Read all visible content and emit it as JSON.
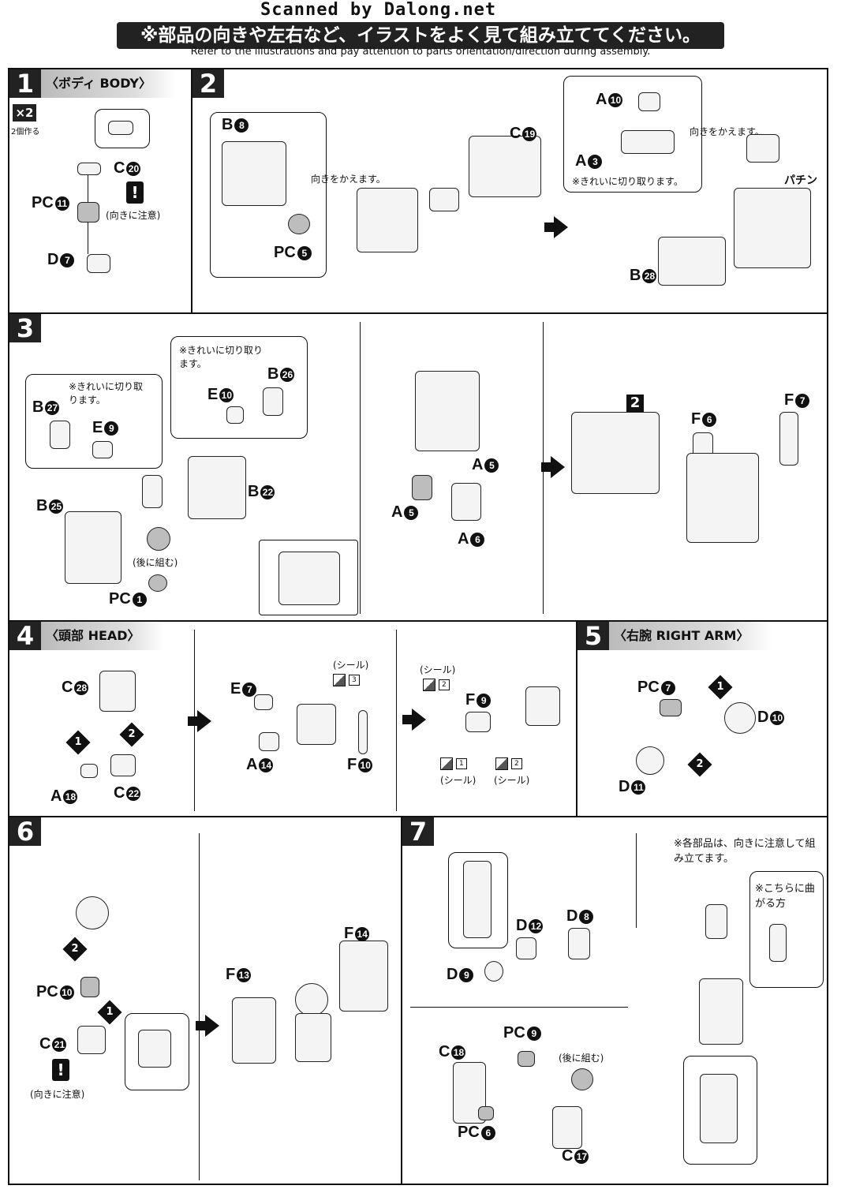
{
  "header": {
    "watermark": "Scanned by Dalong.net",
    "jp_title": "※部品の向きや左右など、イラストをよく見て組み立ててください。",
    "en_subtitle": "Refer to the illustrations and pay attention to parts orientation/direction during assembly."
  },
  "step1": {
    "number": "1",
    "tag": "〈ボディ BODY〉",
    "qty_badge": "×2",
    "qty_note": "2個作る",
    "labels": [
      "C",
      "PC",
      "D"
    ],
    "nums": [
      "20",
      "11",
      "7"
    ],
    "note": "(向きに注意)",
    "excl": "!"
  },
  "step2": {
    "number": "2",
    "labels": [
      "B",
      "PC",
      "C",
      "A",
      "A",
      "B"
    ],
    "nums": [
      "8",
      "5",
      "19",
      "10",
      "3",
      "28"
    ],
    "note_swap1": "向きをかえます。",
    "note_swap2": "向きをかえます。",
    "note_cut": "※きれいに切り取ります。",
    "snap": "パチン"
  },
  "step3": {
    "number": "3",
    "labels": [
      "B",
      "E",
      "B",
      "E",
      "B",
      "B",
      "PC",
      "A",
      "A",
      "A",
      "F",
      "F"
    ],
    "nums": [
      "27",
      "9",
      "26",
      "10",
      "25",
      "22",
      "1",
      "5",
      "5",
      "6",
      "6",
      "7"
    ],
    "note_cut1": "※きれいに切り取ります。",
    "note_cut2": "※きれいに切り取ります。",
    "note_later": "(後に組む)",
    "ref_step": "2"
  },
  "step4": {
    "number": "4",
    "tag": "〈頭部 HEAD〉",
    "labels": [
      "C",
      "A",
      "C",
      "E",
      "A",
      "F",
      "F"
    ],
    "nums": [
      "28",
      "18",
      "22",
      "7",
      "14",
      "10",
      "9"
    ],
    "seal": "(シール)",
    "seal_nums": [
      "3",
      "2",
      "1",
      "2"
    ],
    "order": [
      "1",
      "2"
    ]
  },
  "step5": {
    "number": "5",
    "tag": "〈右腕 RIGHT ARM〉",
    "labels": [
      "PC",
      "D",
      "D"
    ],
    "nums": [
      "7",
      "10",
      "11"
    ],
    "order": [
      "1",
      "2"
    ]
  },
  "step6": {
    "number": "6",
    "labels": [
      "PC",
      "C",
      "F",
      "F"
    ],
    "nums": [
      "10",
      "21",
      "13",
      "14"
    ],
    "note": "(向きに注意)",
    "excl": "!",
    "order": [
      "2",
      "1"
    ]
  },
  "step7": {
    "number": "7",
    "labels": [
      "D",
      "D",
      "D",
      "PC",
      "C",
      "PC",
      "C"
    ],
    "nums": [
      "12",
      "8",
      "9",
      "9",
      "18",
      "6",
      "17"
    ],
    "note_orient": "※各部品は、向きに注意して組み立てます。",
    "note_bend": "※こちらに曲がる方",
    "note_later": "(後に組む)"
  }
}
